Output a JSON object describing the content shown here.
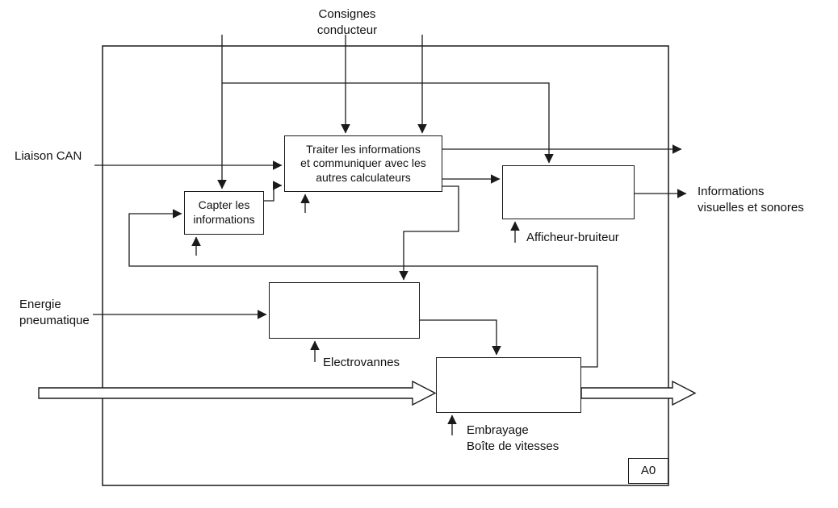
{
  "diagram": {
    "frame_id": "A0",
    "control_label": "Consignes\nconducteur",
    "inputs": {
      "liaison_can": "Liaison CAN",
      "energie_pneumatique": "Energie\npneumatique"
    },
    "outputs": {
      "informations": "Informations\nvisuelles et sonores"
    },
    "functions": {
      "capter": "Capter les\ninformations",
      "traiter": "Traiter les informations\net communiquer avec les\nautres calculateurs"
    },
    "mechanisms": {
      "afficheur_bruiteur": "Afficheur-bruiteur",
      "electrovannes": "Electrovannes",
      "embrayage": "Embrayage\nBoîte de vitesses"
    },
    "colors": {
      "ink": "#1a1a1a",
      "background": "#ffffff"
    }
  }
}
